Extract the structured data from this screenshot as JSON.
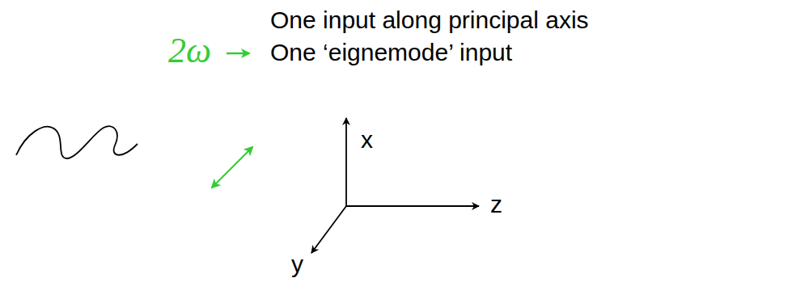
{
  "diagram": {
    "labels": [
      "2ω",
      "One input along principal axis",
      "One ‘eignemode’ input",
      "x",
      "z",
      "y"
    ]
  }
}
